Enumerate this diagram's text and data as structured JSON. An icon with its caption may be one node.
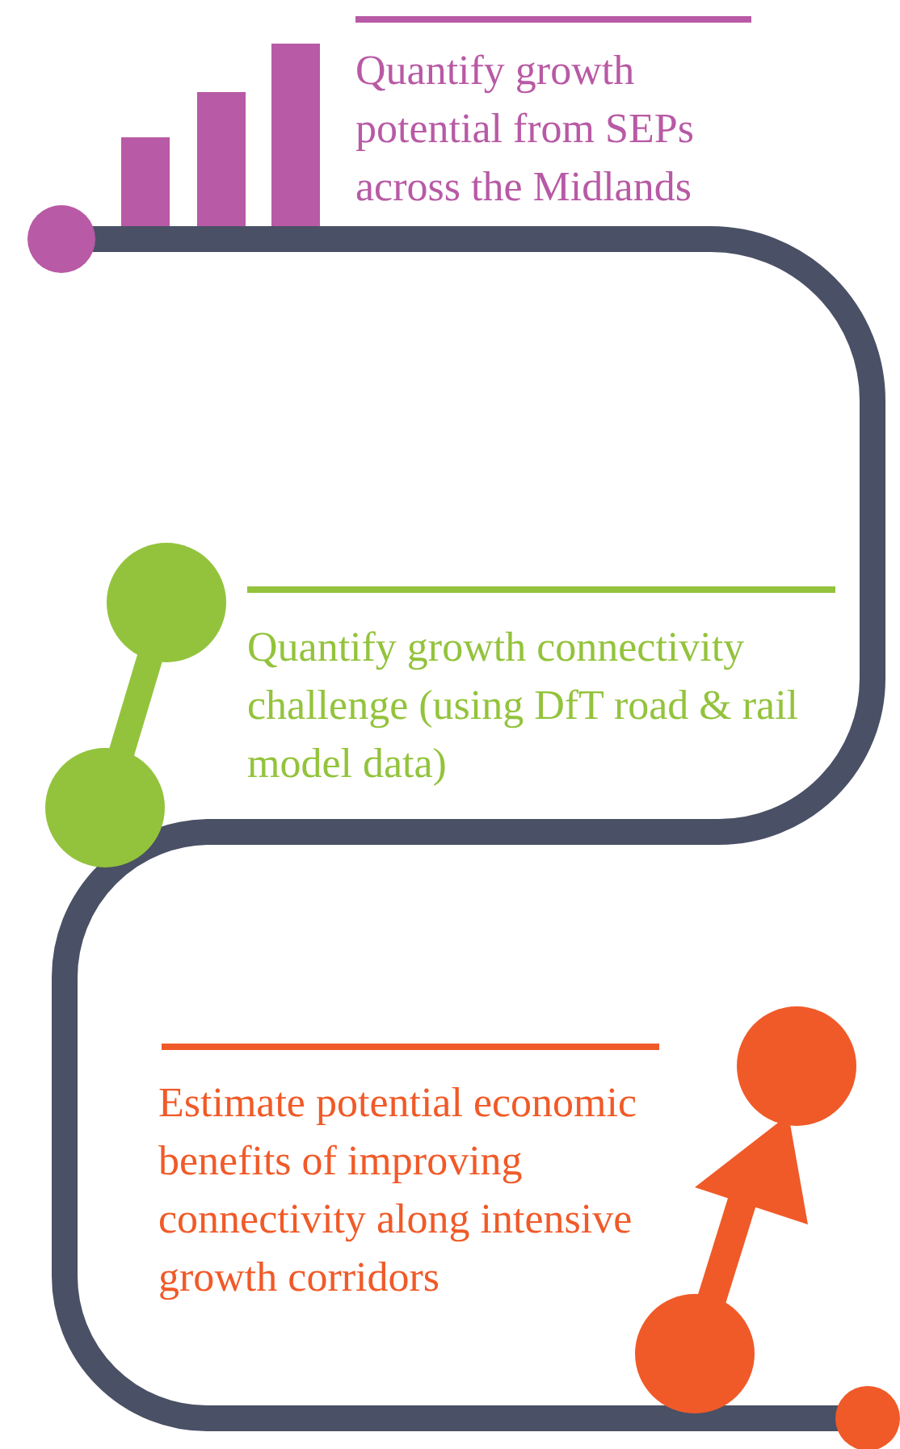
{
  "diagram": {
    "labels": [
      "Quantify growth potential from SEPs across the Midlands",
      "Quantify growth connectivity challenge (using DfT road & rail model data)",
      "Estimate potential economic benefits of improving connectivity along intensive growth corridors"
    ]
  }
}
